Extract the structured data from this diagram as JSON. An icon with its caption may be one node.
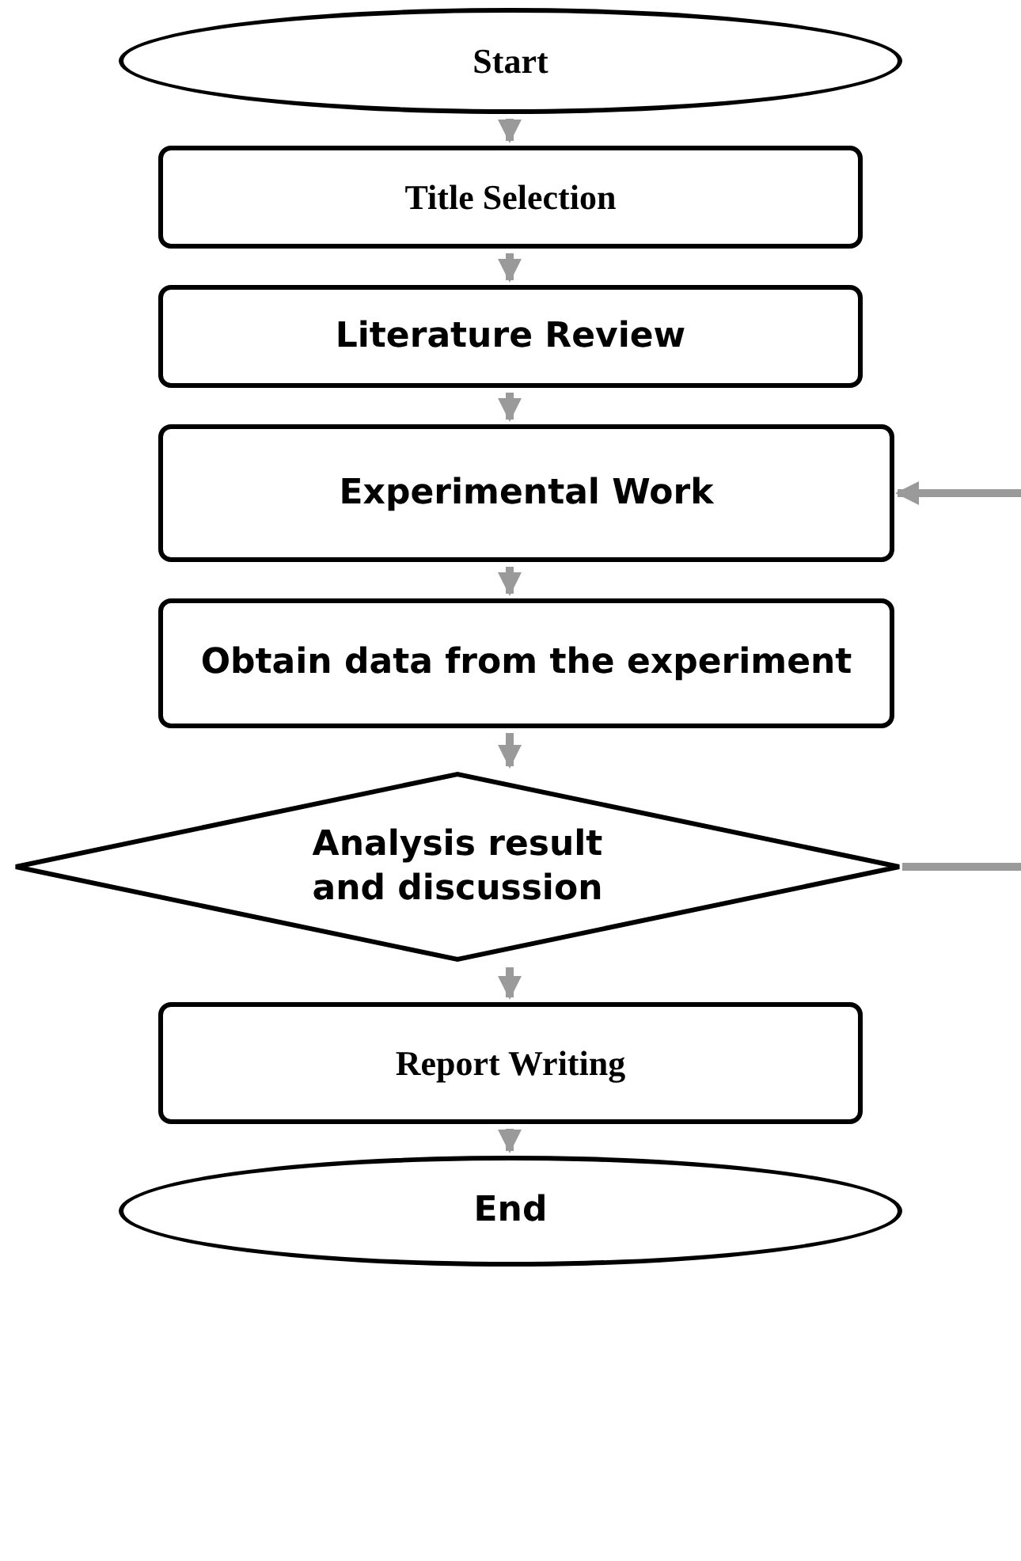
{
  "diagram": {
    "nodes": [
      {
        "text": [
          "Start"
        ]
      },
      {
        "text": [
          "Title Selection"
        ]
      },
      {
        "text": [
          "Literature Review"
        ]
      },
      {
        "text": [
          "Experimental Work"
        ]
      },
      {
        "text": [
          "Obtain data from the experiment"
        ]
      },
      {
        "text": [
          "Analysis result and discussion"
        ]
      },
      {
        "text": [
          "Report Writing"
        ]
      },
      {
        "text": [
          "End"
        ]
      }
    ],
    "edges": [
      {
        "from": 0,
        "to": 1,
        "arrow": "to"
      },
      {
        "from": 1,
        "to": 2,
        "arrow": "to"
      },
      {
        "from": 2,
        "to": 3,
        "arrow": "to"
      },
      {
        "from": 3,
        "to": 4,
        "arrow": "to"
      },
      {
        "from": 4,
        "to": 5,
        "arrow": "to"
      },
      {
        "from": 5,
        "to": 6,
        "arrow": "to"
      },
      {
        "from": 6,
        "to": 7,
        "arrow": "to"
      },
      {
        "from": null,
        "to": 3,
        "arrow": "to"
      },
      {
        "from": 5,
        "to": null,
        "arrow": "none"
      }
    ]
  }
}
